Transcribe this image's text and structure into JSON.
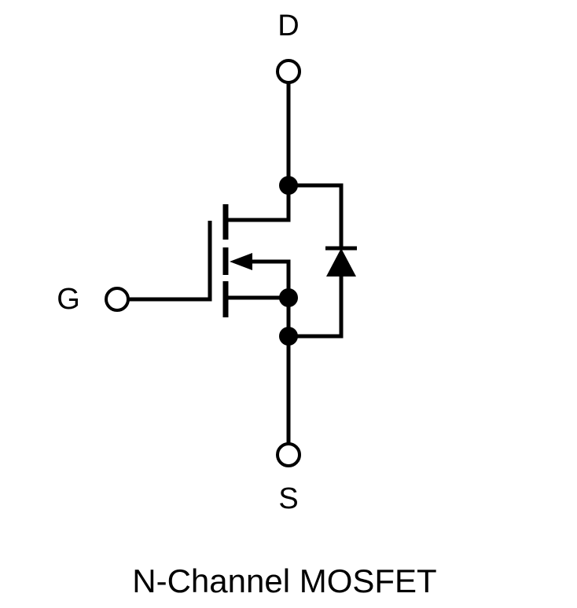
{
  "diagram": {
    "caption": "N-Channel MOSFET",
    "pins": {
      "drain": "D",
      "gate": "G",
      "source": "S"
    }
  }
}
